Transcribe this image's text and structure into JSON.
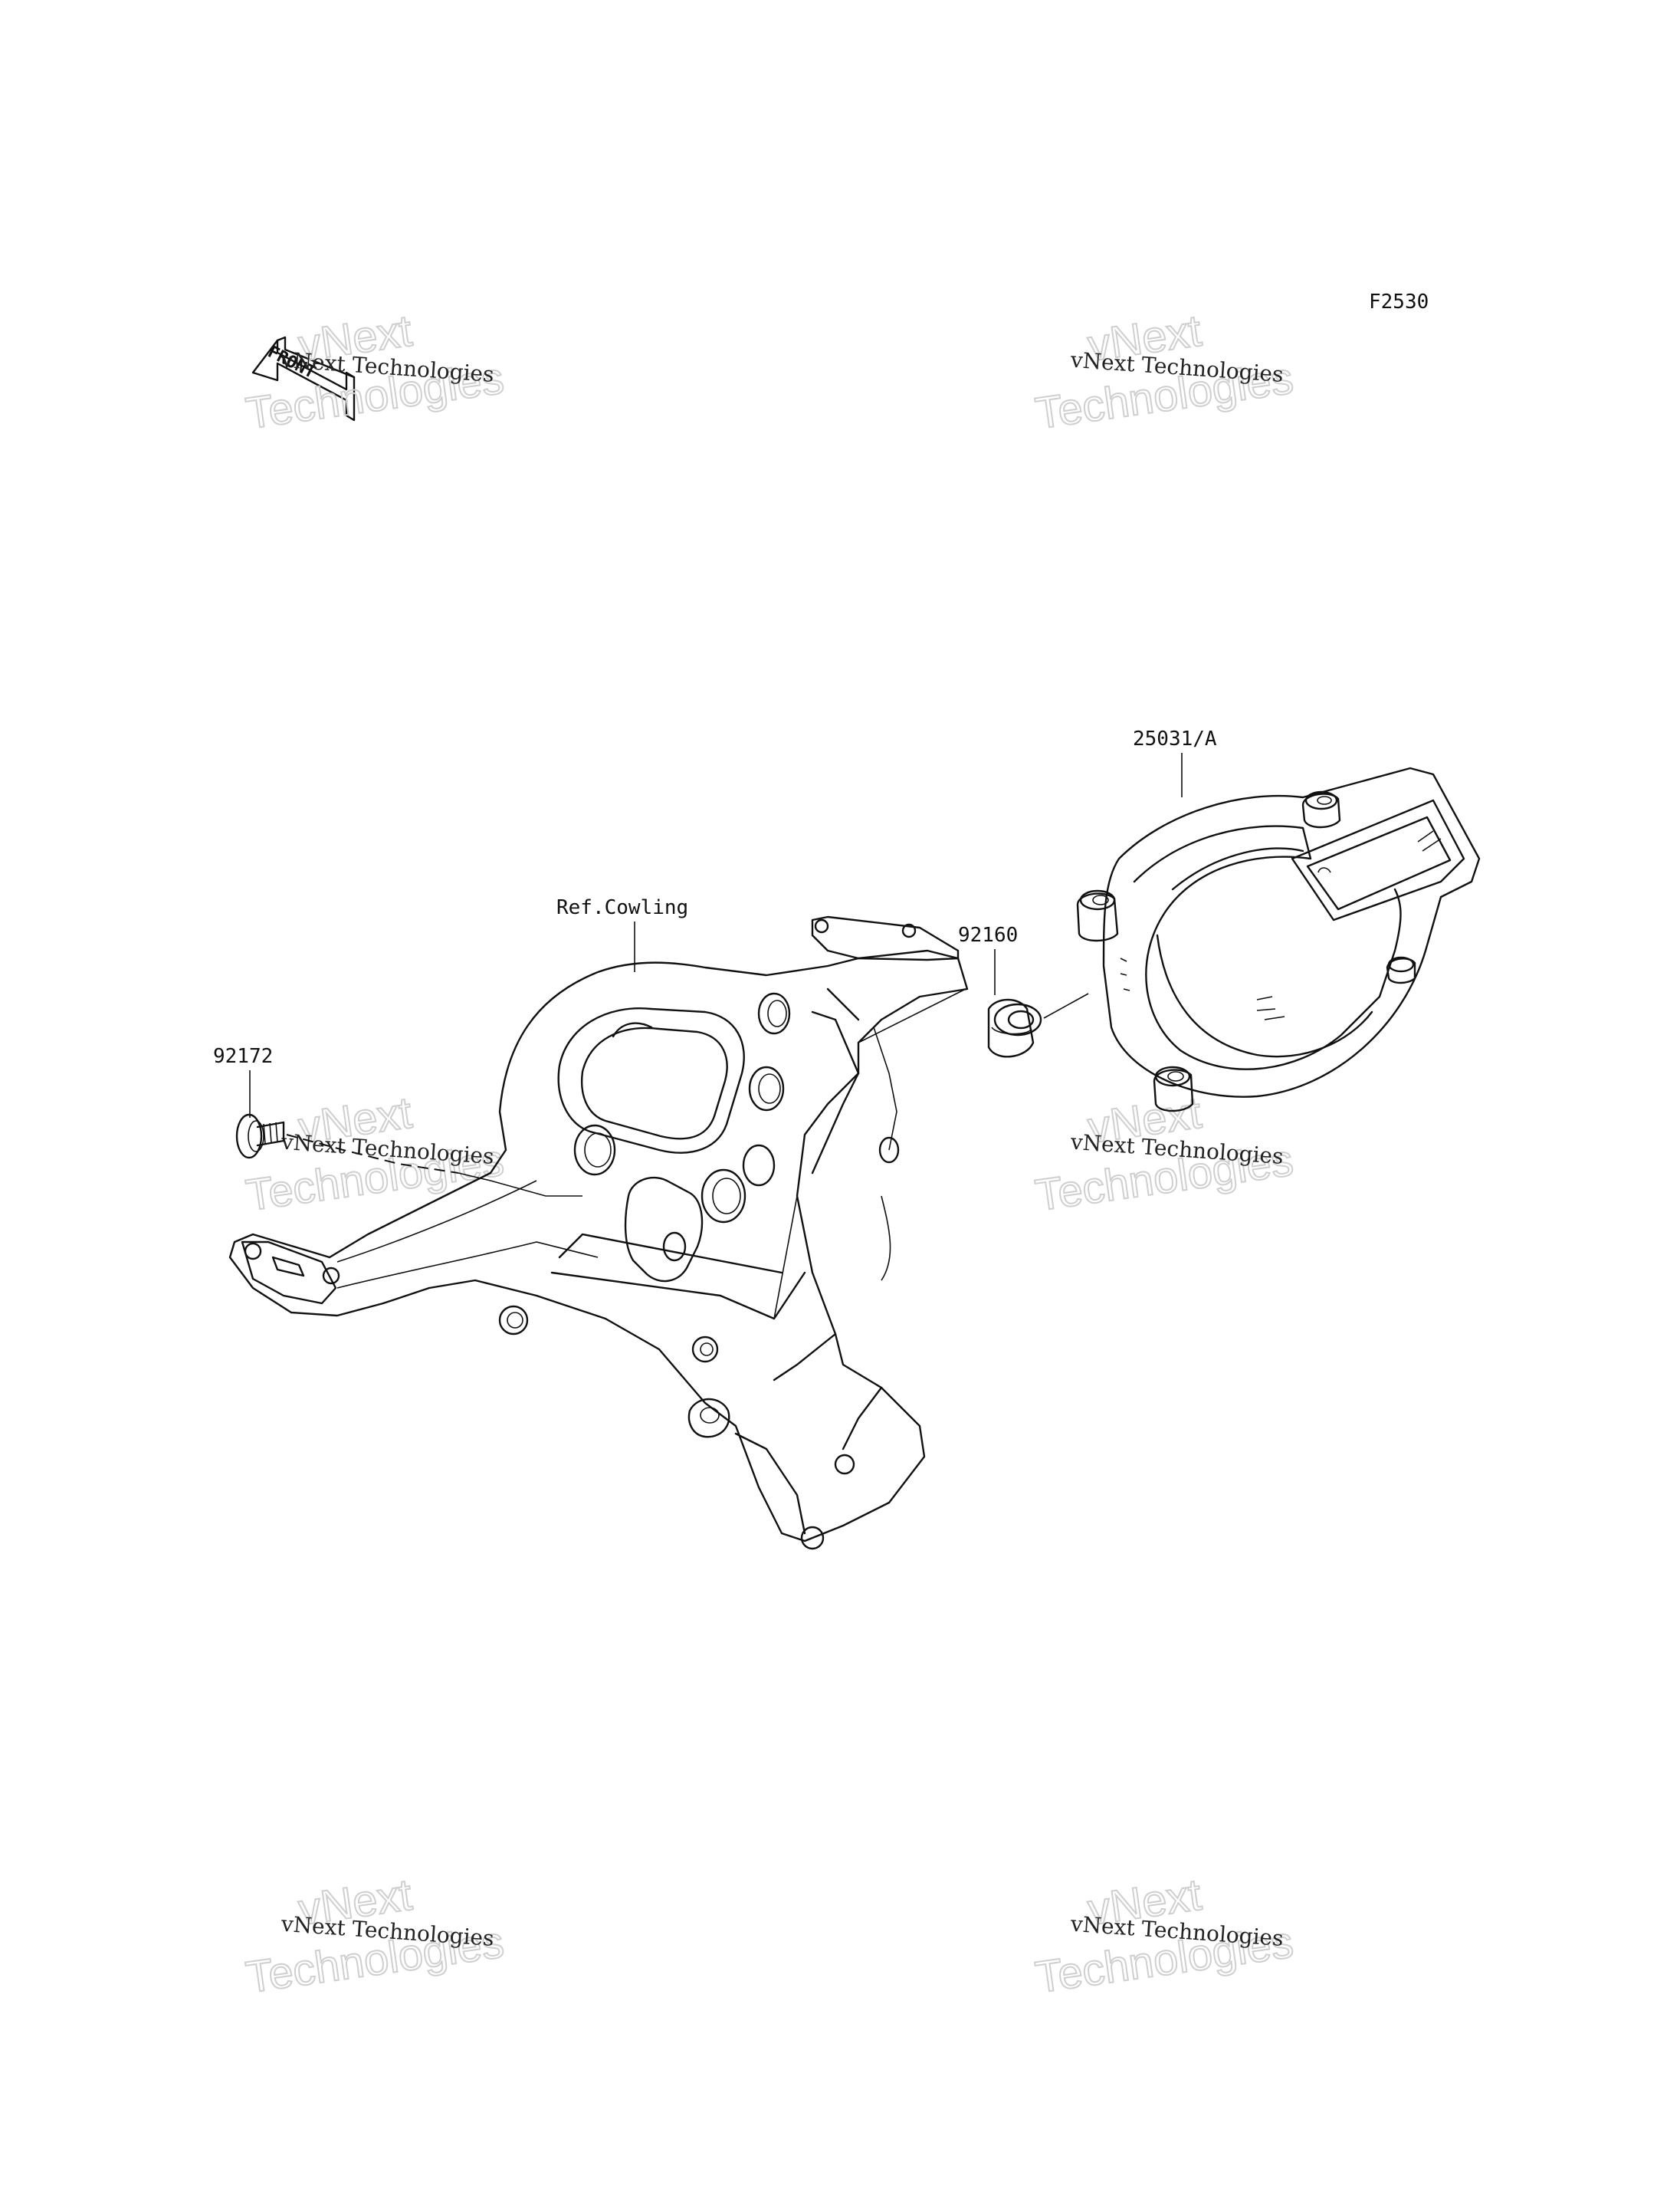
{
  "diagram_code": "F2530",
  "front_label": "FRONT",
  "watermark": {
    "line1": "vNext Technologies",
    "big_line1": "vNext",
    "big_line2": "Technologies"
  },
  "parts": {
    "meter": "25031/A",
    "ref_cowling": "Ref.Cowling",
    "grommet": "92160",
    "screw": "92172"
  }
}
